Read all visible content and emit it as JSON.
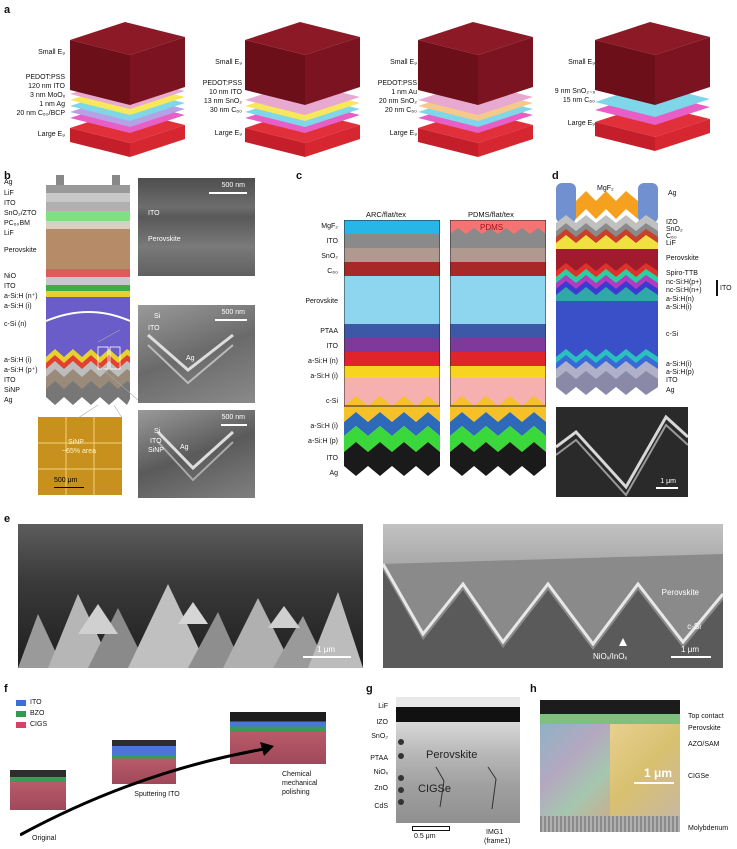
{
  "panel_a": {
    "letter": "a",
    "stacks": [
      {
        "labels": [
          "Small E₉",
          "PEDOT:PSS",
          "120 nm ITO",
          "3 nm MoOₓ",
          "1 nm Ag",
          "20 nm C₆₀/BCP",
          "Large E₉"
        ]
      },
      {
        "labels": [
          "Small E₉",
          "PEDOT:PSS",
          "10 nm ITO",
          "13 nm SnO₂",
          "30 nm C₆₀",
          "Large E₉"
        ]
      },
      {
        "labels": [
          "Small E₉",
          "PEDOT:PSS",
          "1 nm Au",
          "20 nm SnO₂",
          "20 nm C₆₀",
          "Large E₉"
        ]
      },
      {
        "labels": [
          "Small E₉",
          "9 nm SnO₂₋ₓ",
          "15 nm C₆₀",
          "Large E₉"
        ]
      }
    ]
  },
  "panel_b": {
    "letter": "b",
    "layers": [
      "Ag",
      "LiF",
      "ITO",
      "SnO₂/ZTO",
      "PC₆₀BM",
      "LiF",
      "Perovskite",
      "NiO",
      "ITO",
      "a-Si:H (n⁺)",
      "a-Si:H (i)",
      "c-Si (n)",
      "a-Si:H (i)",
      "a-Si:H (p⁺)",
      "ITO",
      "SiNP",
      "Ag"
    ],
    "sem1": {
      "scale": "500 nm",
      "labels": [
        "ITO",
        "Perovskite"
      ]
    },
    "sem2": {
      "scale": "500 nm",
      "labels": [
        "Si",
        "ITO",
        "Ag"
      ]
    },
    "sem3": {
      "scale": "500 nm",
      "labels": [
        "Si",
        "ITO",
        "SiNP",
        "Ag"
      ]
    },
    "photo": {
      "scale": "500 μm",
      "labels": [
        "SiNP",
        "~65% area"
      ]
    }
  },
  "panel_c": {
    "letter": "c",
    "titles": [
      "ARC/flat/tex",
      "PDMS/flat/tex"
    ],
    "pdms_label": "PDMS",
    "layers": [
      "MgF₂",
      "ITO",
      "SnO₂",
      "C₆₀",
      "Perovskite",
      "PTAA",
      "ITO",
      "a-Si:H (n)",
      "a-Si:H (i)",
      "c-Si",
      "a-Si:H (i)",
      "a-Si:H (p)",
      "ITO",
      "Ag"
    ]
  },
  "panel_d": {
    "letter": "d",
    "top_label": "MgF₂",
    "left_label": "Ag",
    "layers": [
      "IZO",
      "SnO₂",
      "C₆₀",
      "LiF",
      "Perovskite",
      "Spiro-TTB",
      "nc-Si:H(p+)",
      "nc-Si:H(n+)",
      "a-Si:H(n)",
      "a-Si:H(i)",
      "c-Si",
      "a-Si:H(i)",
      "a-Si:H(p)",
      "ITO",
      "Ag"
    ],
    "bracket_label": "ITO",
    "sem_scale": "1 μm"
  },
  "panel_e": {
    "letter": "e",
    "left_scale": "1 μm",
    "right_labels": [
      "Perovskite",
      "c-Si",
      "NiOₓ/InOₓ"
    ],
    "right_scale": "1 μm"
  },
  "panel_f": {
    "letter": "f",
    "legend": [
      {
        "label": "ITO",
        "color": "#3a6fd8"
      },
      {
        "label": "BZO",
        "color": "#2f9b4f"
      },
      {
        "label": "CIGS",
        "color": "#d8406a"
      }
    ],
    "steps": [
      "Original",
      "Sputtering ITO",
      "Chemical mechanical polishing"
    ]
  },
  "panel_g": {
    "letter": "g",
    "layers": [
      "LiF",
      "IZO",
      "SnO₂",
      "PTAA",
      "NiOₓ",
      "ZnO",
      "CdS"
    ],
    "labels": [
      "Perovskite",
      "CIGSe"
    ],
    "scale": "0.5 μm",
    "footer": [
      "IMG1",
      "(frame1)"
    ]
  },
  "panel_h": {
    "letter": "h",
    "labels": [
      "Top contact",
      "Perovskite",
      "AZO/SAM",
      "CIGSe",
      "Molybdenum"
    ],
    "scale": "1 μm"
  },
  "colors": {
    "maroon": "#7b1420",
    "pink": "#e8a9d0",
    "violet": "#b6a1e6",
    "yellow": "#f6e85a",
    "cyan": "#7fd6e8",
    "magenta": "#e75fc6",
    "red": "#e2303a"
  }
}
